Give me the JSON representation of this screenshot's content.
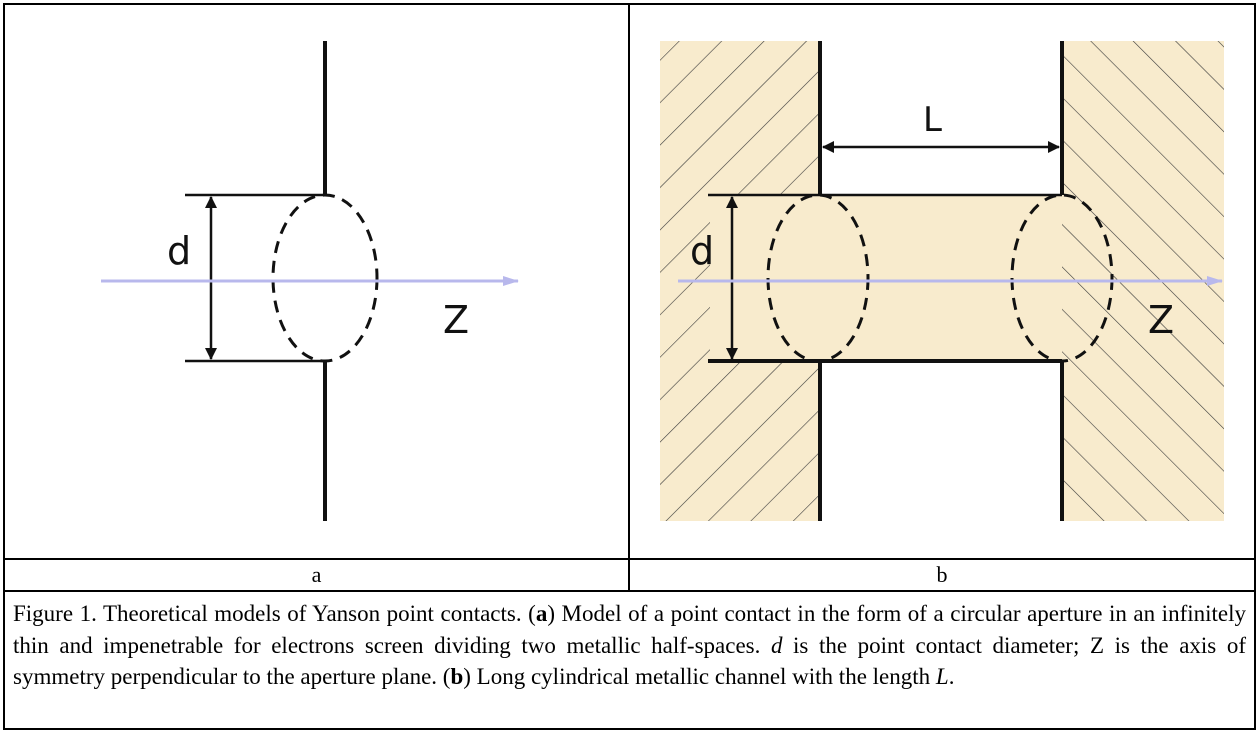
{
  "panels": {
    "a": {
      "letter": "a",
      "diameter_label": "d",
      "axis_label": "Z"
    },
    "b": {
      "letter": "b",
      "diameter_label": "d",
      "axis_label": "Z",
      "length_label": "L"
    }
  },
  "caption": {
    "lead": "Figure 1. Theoretical models of Yanson point contacts. (",
    "a_letter": "a",
    "a_text": ") Model of a point contact in the form of a circular aperture in an infinitely thin and impenetrable for electrons screen dividing two metallic half-spaces. ",
    "d_symbol": "d",
    "mid_text": " is the point contact diameter; Z is the axis of symmetry perpendicular to the aperture plane. (",
    "b_letter": "b",
    "b_text": ") Long cylindrical metallic channel with the length ",
    "L_symbol": "L",
    "end": "."
  },
  "colors": {
    "metal_fill": "#f8ebcd",
    "axis_arrow": "#b8b8ec",
    "ink": "#111111"
  }
}
